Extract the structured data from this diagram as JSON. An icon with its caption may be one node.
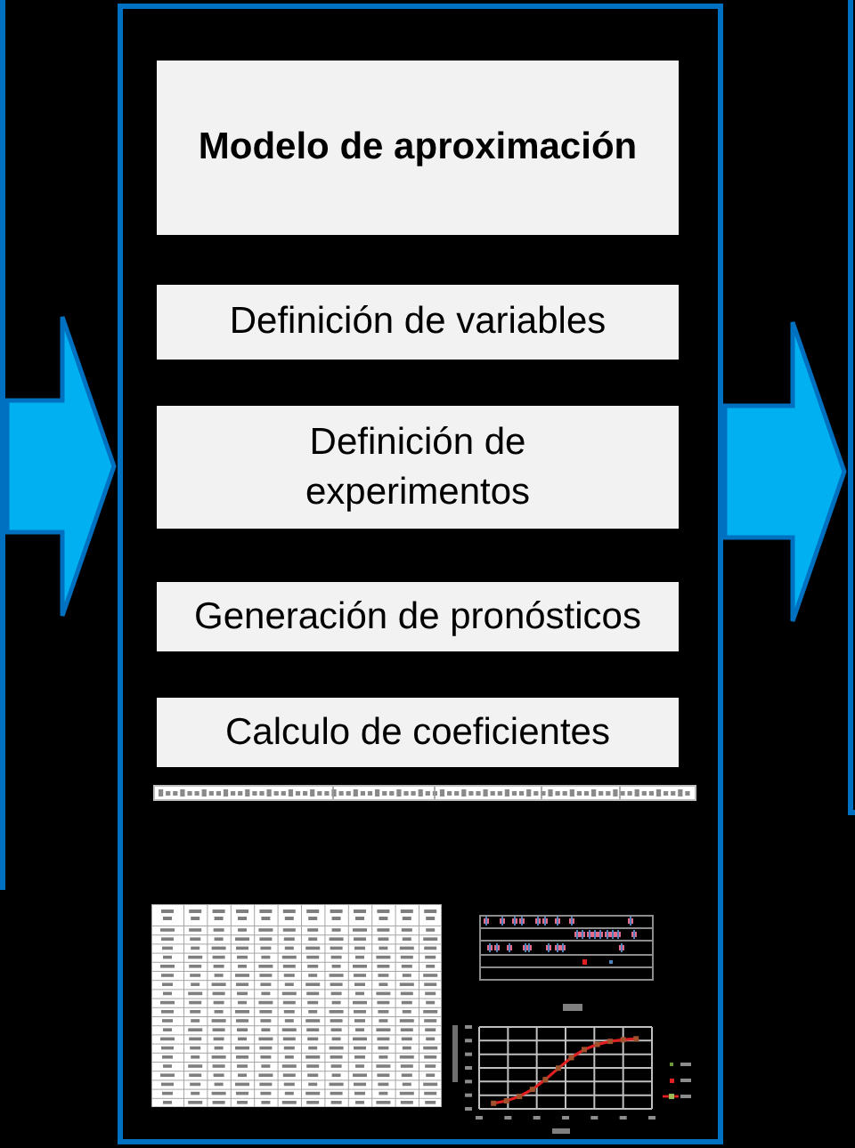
{
  "diagram": {
    "nodes": [
      {
        "text": [],
        "shape": "box"
      },
      {
        "text": [],
        "shape": "box"
      },
      {
        "text": [
          "Modelo de aproximación"
        ],
        "in": 1
      },
      {
        "text": [
          "Definición de variables"
        ],
        "in": 1
      },
      {
        "text": [
          "Definición de experimentos"
        ],
        "in": 1
      },
      {
        "text": [
          "Generación de pronósticos"
        ],
        "in": 1
      },
      {
        "text": [
          "Calculo de coeficientes"
        ],
        "in": 1
      },
      {
        "text": [],
        "shape": "box"
      }
    ],
    "edges": [
      {
        "from": 0,
        "to": 1,
        "arrow": "to"
      },
      {
        "from": 1,
        "to": 7,
        "arrow": "to"
      }
    ]
  }
}
